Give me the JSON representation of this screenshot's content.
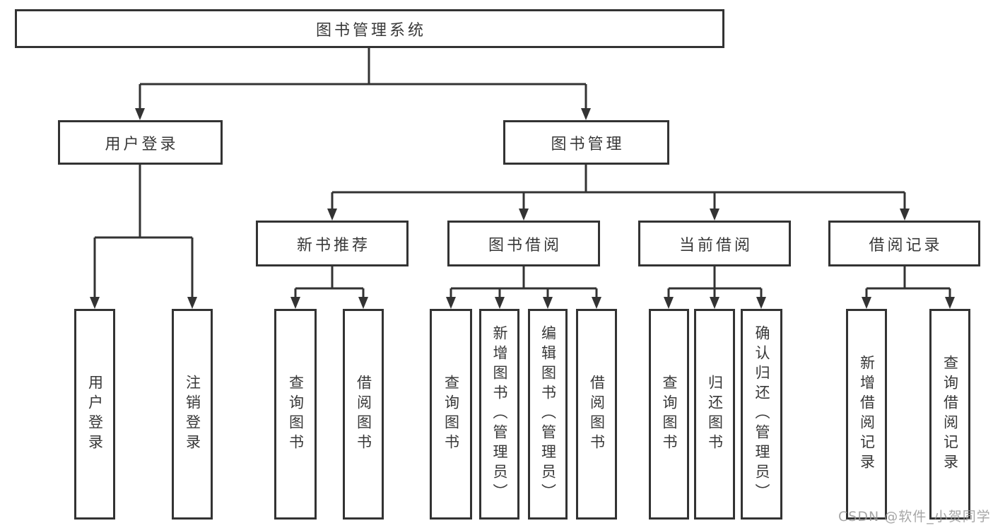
{
  "diagram": {
    "type": "hierarchy-tree",
    "nodes": {
      "root": {
        "label": "图书管理系统",
        "children": [
          "user_login",
          "book_mgmt"
        ]
      },
      "user_login": {
        "label": "用户登录",
        "children": [
          "leaf_user_login",
          "leaf_logout"
        ]
      },
      "book_mgmt": {
        "label": "图书管理",
        "children": [
          "new_book_recommend",
          "book_borrow",
          "current_borrow",
          "borrow_records"
        ]
      },
      "new_book_recommend": {
        "label": "新书推荐",
        "children": [
          "leaf_query_book_a",
          "leaf_borrow_book_a"
        ]
      },
      "book_borrow": {
        "label": "图书借阅",
        "children": [
          "leaf_query_book_b",
          "leaf_add_book",
          "leaf_edit_book",
          "leaf_borrow_book_b"
        ]
      },
      "current_borrow": {
        "label": "当前借阅",
        "children": [
          "leaf_query_book_c",
          "leaf_return_book",
          "leaf_confirm_return"
        ]
      },
      "borrow_records": {
        "label": "借阅记录",
        "children": [
          "leaf_add_record",
          "leaf_query_record"
        ]
      },
      "leaf_user_login": {
        "label": "用户登录"
      },
      "leaf_logout": {
        "label": "注销登录"
      },
      "leaf_query_book_a": {
        "label": "查询图书"
      },
      "leaf_borrow_book_a": {
        "label": "借阅图书"
      },
      "leaf_query_book_b": {
        "label": "查询图书"
      },
      "leaf_add_book": {
        "label": "新增图书（管理员）"
      },
      "leaf_edit_book": {
        "label": "编辑图书（管理员）"
      },
      "leaf_borrow_book_b": {
        "label": "借阅图书"
      },
      "leaf_query_book_c": {
        "label": "查询图书"
      },
      "leaf_return_book": {
        "label": "归还图书"
      },
      "leaf_confirm_return": {
        "label": "确认归还（管理员）"
      },
      "leaf_add_record": {
        "label": "新增借阅记录"
      },
      "leaf_query_record": {
        "label": "查询借阅记录"
      }
    },
    "colors": {
      "line": "#333333",
      "box_border": "#333333",
      "text": "#383838",
      "background": "#ffffff"
    }
  },
  "watermark": {
    "text": "CSDN @软件_小贺同学",
    "color": "#969696"
  }
}
